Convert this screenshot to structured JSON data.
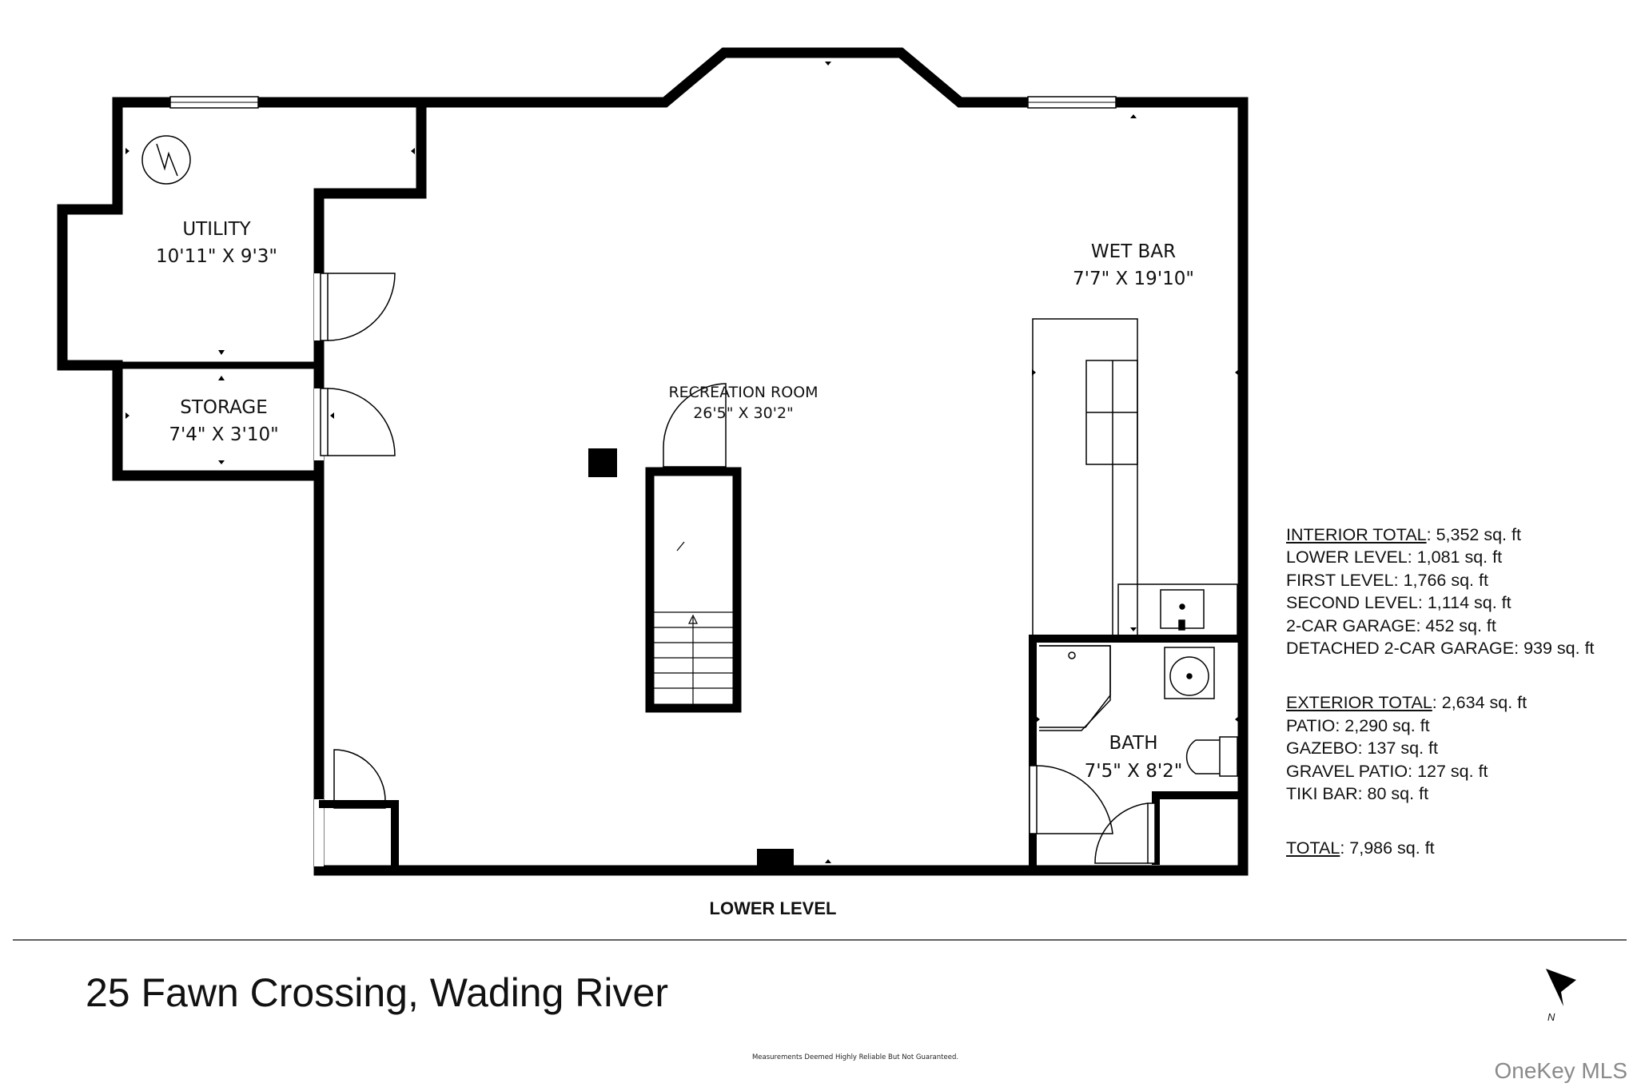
{
  "rooms": {
    "utility": {
      "name": "UTILITY",
      "dims": "10'11\" X 9'3\""
    },
    "storage": {
      "name": "STORAGE",
      "dims": "7'4\" X 3'10\""
    },
    "recreation": {
      "name": "RECREATION ROOM",
      "dims": "26'5\" X 30'2\""
    },
    "wet_bar": {
      "name": "WET BAR",
      "dims": "7'7\" X 19'10\""
    },
    "bath": {
      "name": "BATH",
      "dims": "7'5\" X 8'2\""
    }
  },
  "level_title": "LOWER LEVEL",
  "stats": {
    "interior": {
      "header_label": "INTERIOR TOTAL",
      "header_value": ": 5,352 sq. ft",
      "lines": [
        "LOWER LEVEL: 1,081 sq. ft",
        "FIRST LEVEL: 1,766 sq. ft",
        "SECOND LEVEL: 1,114 sq. ft",
        "2-CAR GARAGE: 452 sq. ft",
        "DETACHED 2-CAR GARAGE: 939 sq. ft"
      ]
    },
    "exterior": {
      "header_label": "EXTERIOR TOTAL",
      "header_value": ": 2,634 sq. ft",
      "lines": [
        "PATIO: 2,290 sq. ft",
        "GAZEBO: 137 sq. ft",
        "GRAVEL PATIO: 127 sq. ft",
        "TIKI BAR: 80 sq. ft"
      ]
    },
    "total": {
      "label": "TOTAL",
      "value": ": 7,986 sq. ft"
    }
  },
  "address": "25 Fawn Crossing, Wading River",
  "disclaimer": "Measurements Deemed Highly Reliable But Not Guaranteed.",
  "north_label": "N",
  "watermark": "OneKey MLS",
  "icons": {
    "compass": "north-arrow-icon",
    "water_heater": "water-heater-icon",
    "sink": "sink-icon",
    "toilet": "toilet-icon",
    "stairs": "stairs-icon"
  }
}
